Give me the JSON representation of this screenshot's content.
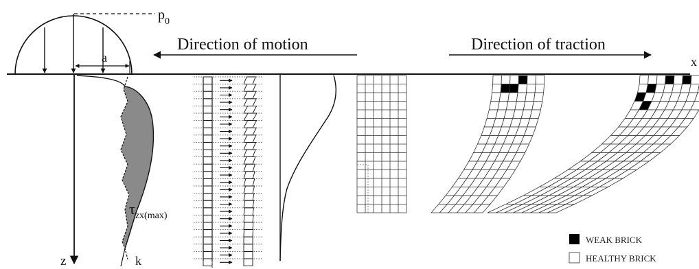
{
  "labels": {
    "pressure_symbol": "p",
    "pressure_sub": "0",
    "contact_half_width": "a",
    "motion": "Direction of motion",
    "traction": "Direction of traction",
    "x_axis": "x",
    "z_axis": "z",
    "k_line": "k",
    "tau_symbol": "τ",
    "tau_sub": "zx(max)"
  },
  "legend": {
    "weak": "WEAK BRICK",
    "healthy": "HEALTHY BRICK"
  },
  "colors": {
    "ink": "#111111",
    "shaded_region": "#8a8a8a",
    "weak_brick": "#000000",
    "healthy_brick": "#ffffff",
    "dotted_grid": "#555555"
  },
  "icons": {
    "motion_arrow": "arrow-left-icon",
    "traction_arrow": "arrow-right-icon",
    "shear_arrow": "arrow-right-icon"
  }
}
